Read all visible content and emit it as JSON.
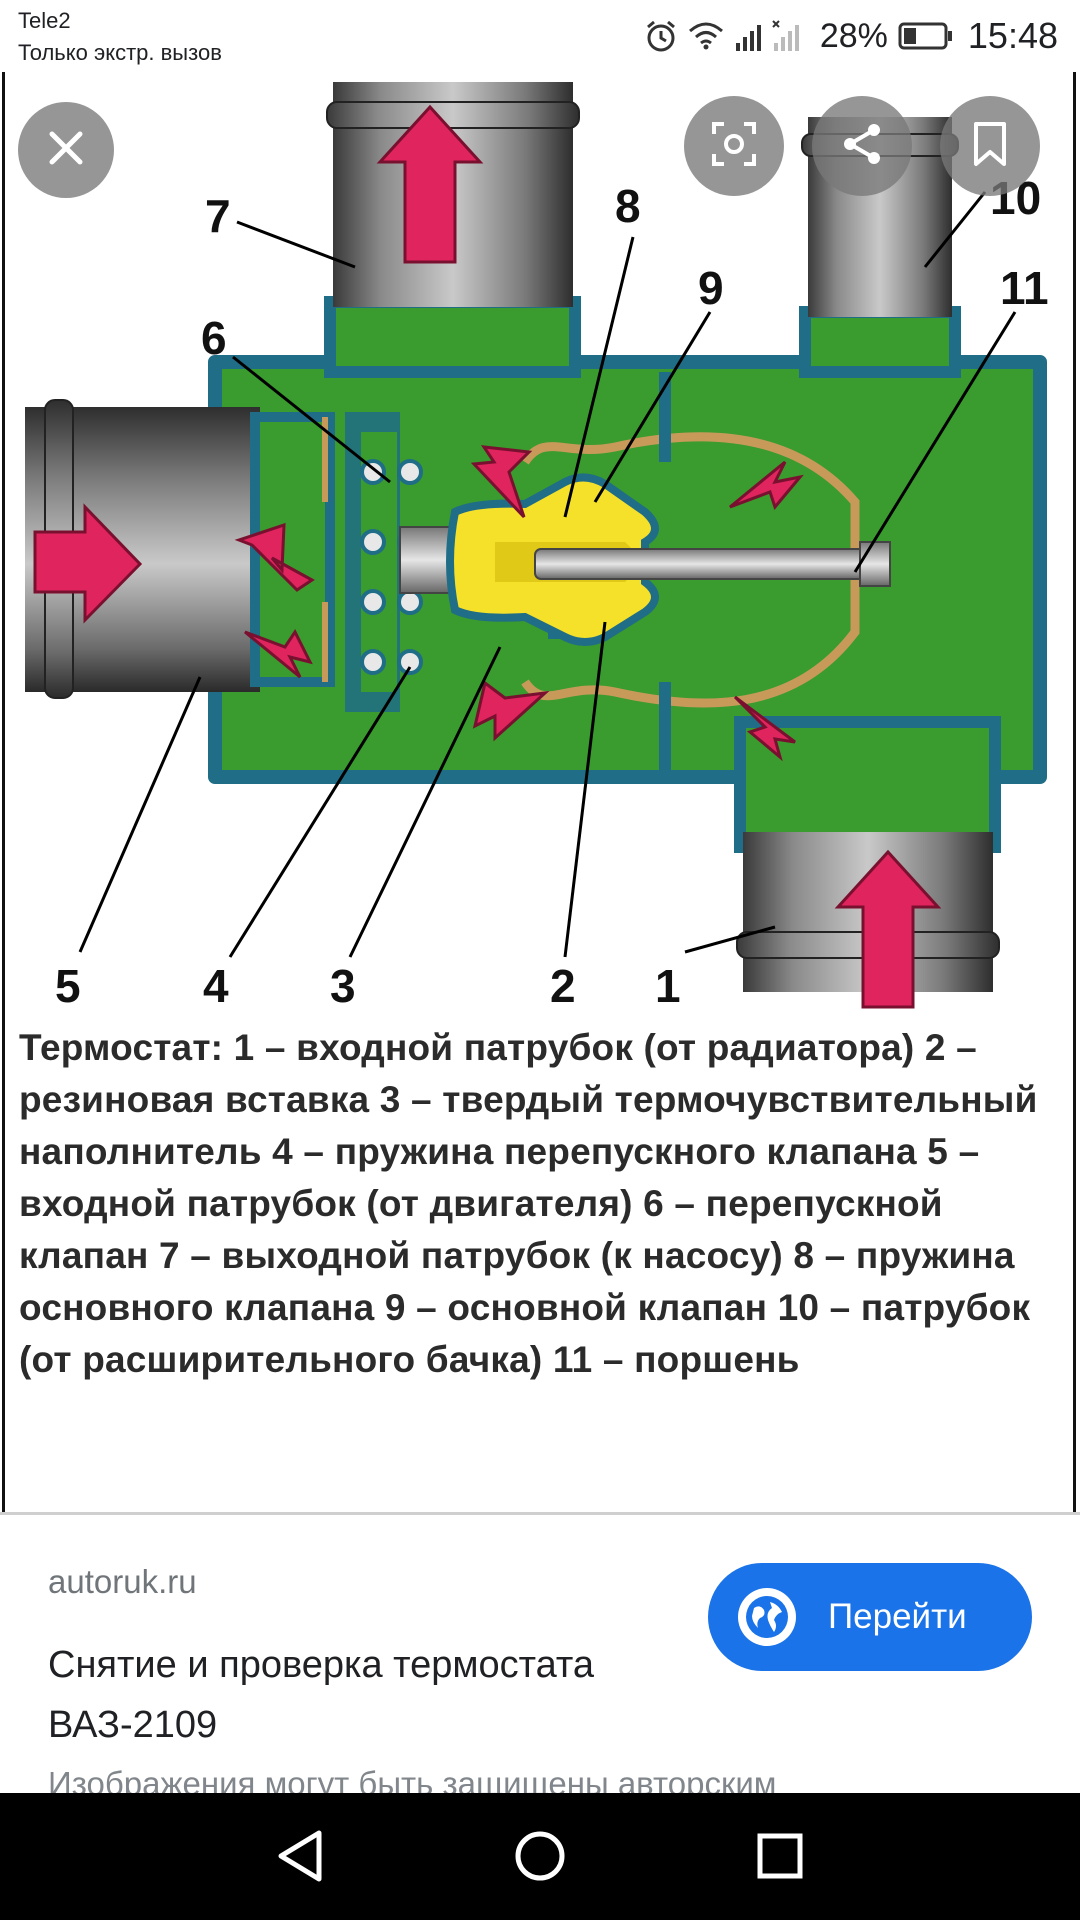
{
  "status_bar": {
    "carrier": "Tele2",
    "network_note": "Только экстр. вызов",
    "battery": "28%",
    "time": "15:48"
  },
  "image": {
    "labels": [
      "1",
      "2",
      "3",
      "4",
      "5",
      "6",
      "7",
      "8",
      "9",
      "10",
      "11"
    ],
    "caption": "Термостат: 1 – входной патрубок (от радиатора) 2 – резиновая вставка 3 – твердый термочувствительный наполнитель 4 – пружина перепускного клапана 5 – входной патрубок (от двигателя) 6 – перепускной клапан 7 – выходной патрубок (к насосу) 8 – пружина основного клапана 9 – основной клапан 10 – патрубок (от расширительного бачка) 11 – поршень"
  },
  "overlay": {
    "close_icon": "close-icon",
    "lens_icon": "lens-icon",
    "share_icon": "share-icon",
    "bookmark_icon": "bookmark-icon"
  },
  "result": {
    "source": "autoruk.ru",
    "title": "Снятие и проверка термостата ВАЗ-2109",
    "visit_label": "Перейти",
    "copyright": "Изображения могут быть защищены авторским"
  },
  "colors": {
    "accent": "#1a73e8",
    "housing_green": "#3a9b2e",
    "outline_blue": "#1f6d86",
    "arrow_red": "#e0245e",
    "wax_yellow": "#f5e02a"
  }
}
